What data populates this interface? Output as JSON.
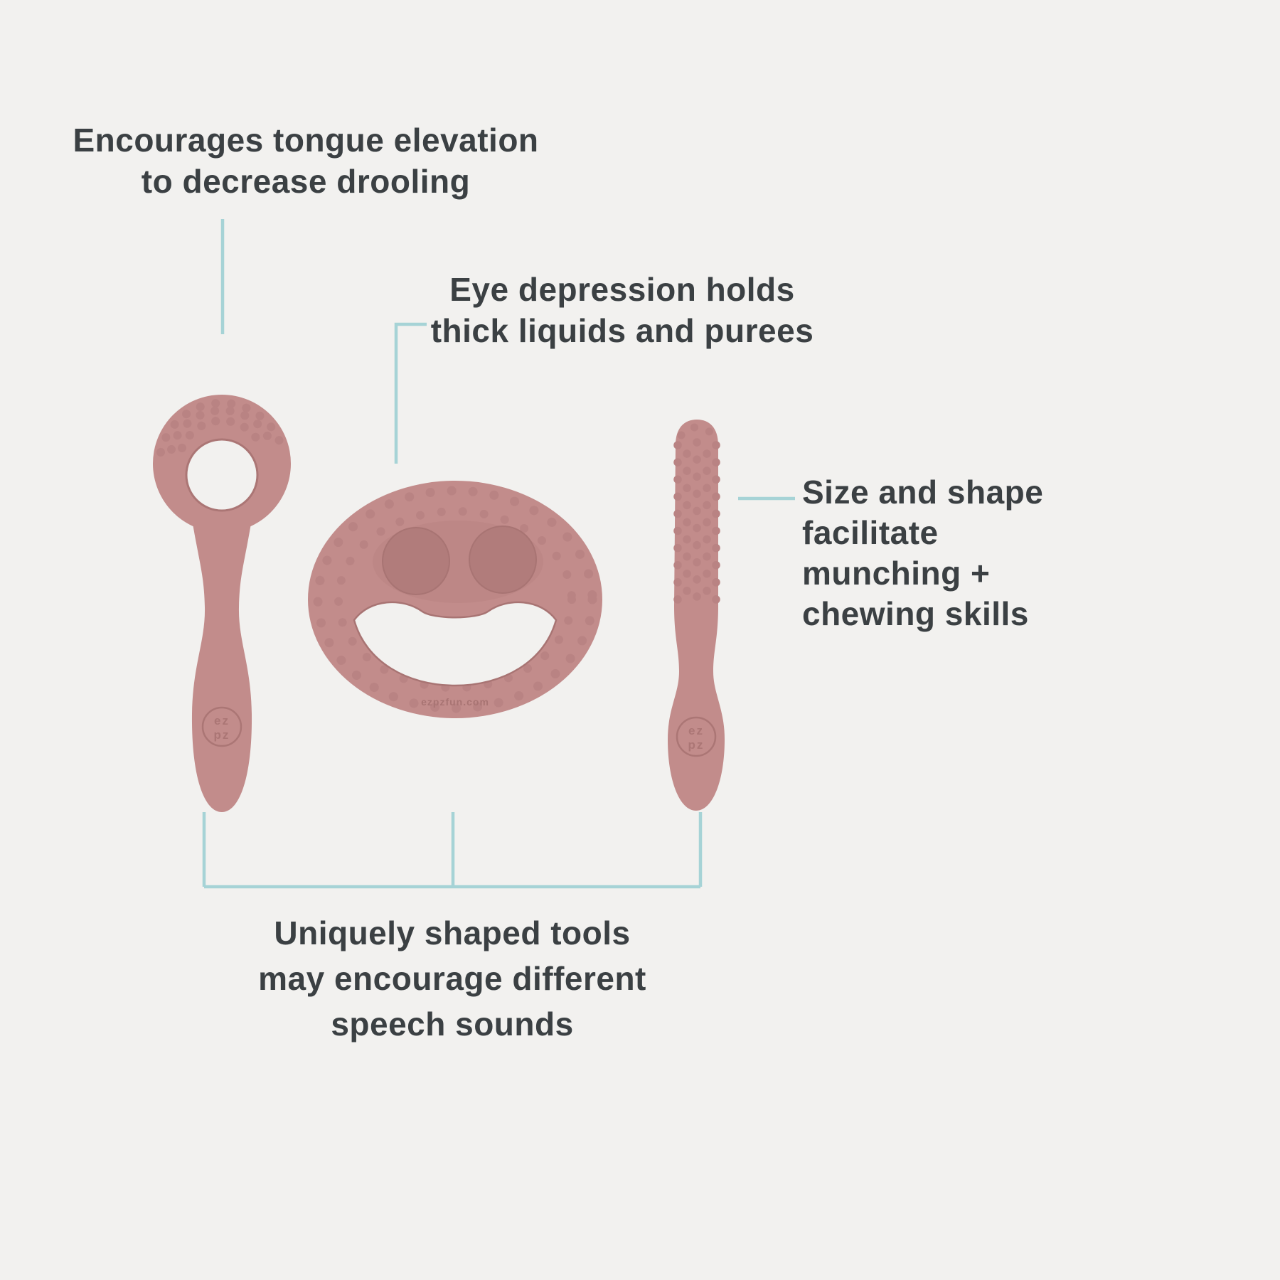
{
  "colors": {
    "background": "#f2f1ef",
    "text": "#3b4043",
    "leader_line": "#a6d3d6",
    "tool_pink": "#c28c8b",
    "tool_shade": "#b17c7b"
  },
  "callouts": {
    "tongue_elevation": {
      "line1": "Encourages tongue elevation",
      "line2": "to decrease drooling"
    },
    "eye_depression": {
      "line1": "Eye depression holds",
      "line2": "thick liquids and purees"
    },
    "size_shape": {
      "line1": "Size and shape",
      "line2": "facilitate",
      "line3": "munching +",
      "line4": "chewing skills"
    },
    "speech_sounds": {
      "line1": "Uniquely shaped tools",
      "line2": "may encourage different",
      "line3": "speech sounds"
    }
  },
  "branding": {
    "oval_url": "ezpzfun.com",
    "logo_line1": "ez",
    "logo_line2": "pz"
  }
}
